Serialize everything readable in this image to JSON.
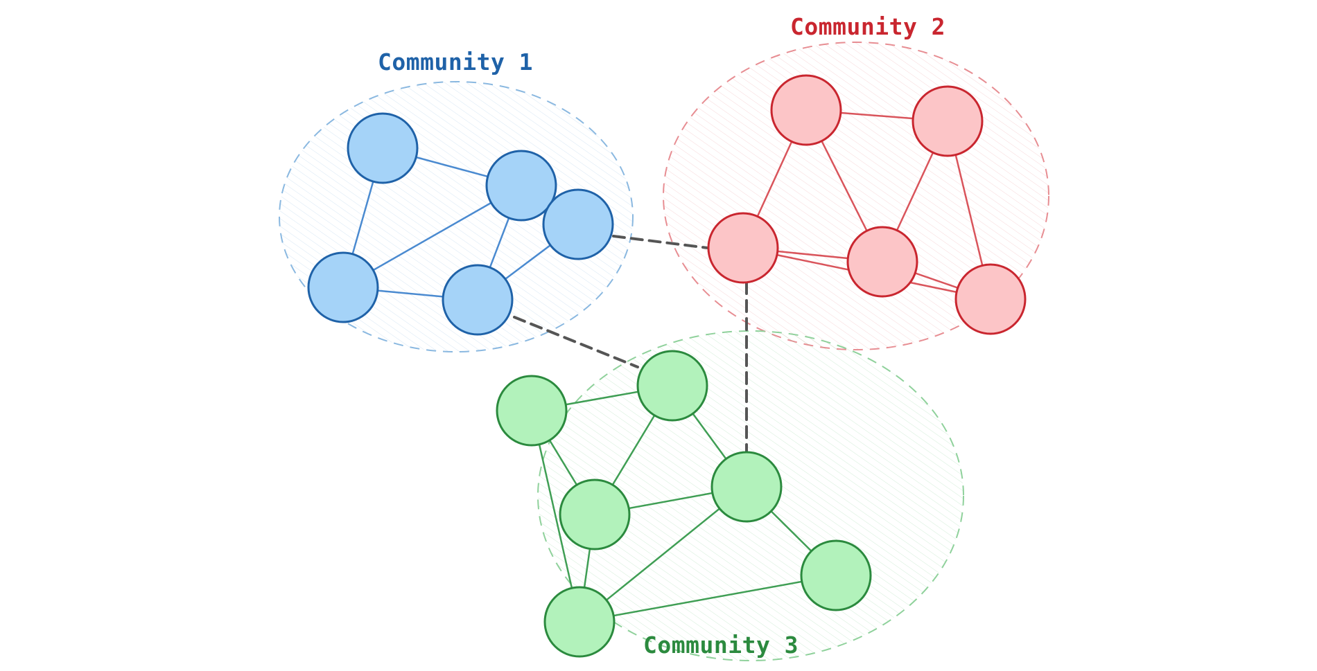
{
  "communities": [
    {
      "id": "c1",
      "label": "Community 1",
      "stroke": "#1f62a8",
      "fill": "#a5d3f8",
      "region": "#8ab8e0"
    },
    {
      "id": "c2",
      "label": "Community 2",
      "stroke": "#c9262f",
      "fill": "#fcc5c7",
      "region": "#e78d92"
    },
    {
      "id": "c3",
      "label": "Community 3",
      "stroke": "#2b8a3e",
      "fill": "#b2f2bb",
      "region": "#8fd19b"
    }
  ],
  "inter_edge_color": "#555555"
}
